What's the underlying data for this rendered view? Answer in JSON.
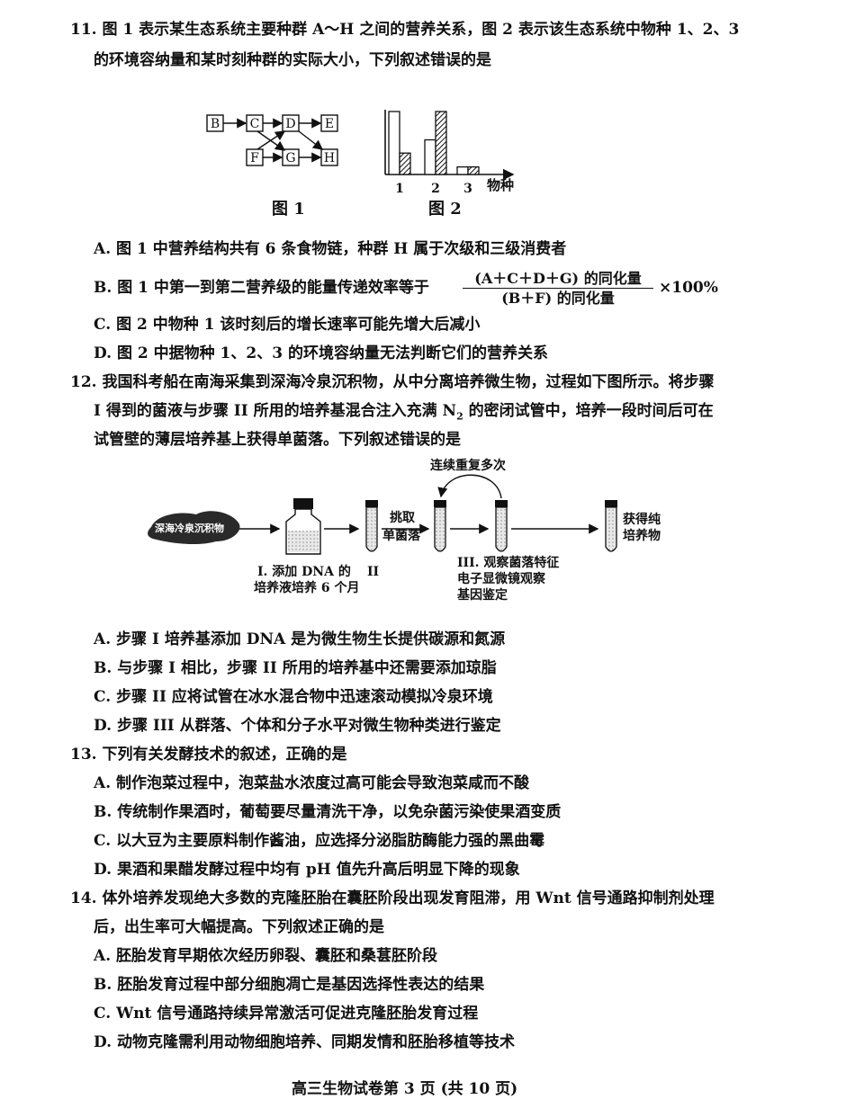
{
  "q11": {
    "num": "11.",
    "stem_line1": "图 1 表示某生态系统主要种群 A～H 之间的营养关系，图 2 表示该生态系统中物种 1、2、3",
    "stem_line2": "的环境容纳量和某时刻种群的实际大小，下列叙述错误的是",
    "fig1": {
      "nodes": [
        "B",
        "C",
        "D",
        "E",
        "F",
        "G",
        "H"
      ],
      "caption": "图 1"
    },
    "fig2": {
      "caption": "图 2",
      "x_label": "物种",
      "categories": [
        "1",
        "2",
        "3"
      ]
    },
    "chart_data": {
      "type": "bar",
      "categories": [
        "1",
        "2",
        "3"
      ],
      "series": [
        {
          "values": [
            100,
            55,
            12
          ]
        },
        {
          "values": [
            34,
            100,
            12
          ]
        }
      ],
      "xlabel": "物种",
      "ylabel": ""
    },
    "opt_a": "A. 图 1 中营养结构共有 6 条食物链，种群 H 属于次级和三级消费者",
    "opt_b_prefix": "B. 图 1 中第一到第二营养级的能量传递效率等于",
    "opt_b_num": "(A＋C＋D＋G) 的同化量",
    "opt_b_den": "(B＋F) 的同化量",
    "opt_b_suffix": "×100%",
    "opt_c": "C. 图 2 中物种 1 该时刻后的增长速率可能先增大后减小",
    "opt_d": "D. 图 2 中据物种 1、2、3 的环境容纳量无法判断它们的营养关系"
  },
  "q12": {
    "num": "12.",
    "stem_line1": "我国科考船在南海采集到深海冷泉沉积物，从中分离培养微生物，过程如下图所示。将步骤",
    "stem_line2a": "I 得到的菌液与步骤 II 所用的培养基混合注入充满 N",
    "stem_line2_sub": "2",
    "stem_line2b": " 的密闭试管中，培养一段时间后可在",
    "stem_line3": "试管壁的薄层培养基上获得单菌落。下列叙述错误的是",
    "diagram": {
      "repeat": "连续重复多次",
      "sample": "深海冷泉沉积物",
      "step1_line1": "I. 添加 DNA 的",
      "step1_line2": "培养液培养 6 个月",
      "step2": "II",
      "pick_line1": "挑取",
      "pick_line2": "单菌落",
      "step3_line1": "III. 观察菌落特征",
      "step3_line2": "电子显微镜观察",
      "step3_line3": "基因鉴定",
      "result_line1": "获得纯",
      "result_line2": "培养物"
    },
    "opt_a": "A. 步骤 I 培养基添加 DNA 是为微生物生长提供碳源和氮源",
    "opt_b": "B. 与步骤 I 相比，步骤 II 所用的培养基中还需要添加琼脂",
    "opt_c": "C. 步骤 II 应将试管在冰水混合物中迅速滚动模拟冷泉环境",
    "opt_d": "D. 步骤 III 从群落、个体和分子水平对微生物种类进行鉴定"
  },
  "q13": {
    "num": "13.",
    "stem": "下列有关发酵技术的叙述，正确的是",
    "opt_a": "A. 制作泡菜过程中，泡菜盐水浓度过高可能会导致泡菜咸而不酸",
    "opt_b": "B. 传统制作果酒时，葡萄要尽量清洗干净，以免杂菌污染使果酒变质",
    "opt_c": "C. 以大豆为主要原料制作酱油，应选择分泌脂肪酶能力强的黑曲霉",
    "opt_d": "D. 果酒和果醋发酵过程中均有 pH 值先升高后明显下降的现象"
  },
  "q14": {
    "num": "14.",
    "stem_line1": "体外培养发现绝大多数的克隆胚胎在囊胚阶段出现发育阻滞，用 Wnt 信号通路抑制剂处理",
    "stem_line2": "后，出生率可大幅提高。下列叙述正确的是",
    "opt_a": "A. 胚胎发育早期依次经历卵裂、囊胚和桑葚胚阶段",
    "opt_b": "B. 胚胎发育过程中部分细胞凋亡是基因选择性表达的结果",
    "opt_c": "C. Wnt 信号通路持续异常激活可促进克隆胚胎发育过程",
    "opt_d": "D. 动物克隆需利用动物细胞培养、同期发情和胚胎移植等技术"
  },
  "footer": "高三生物试卷第 3 页 (共 10 页)"
}
